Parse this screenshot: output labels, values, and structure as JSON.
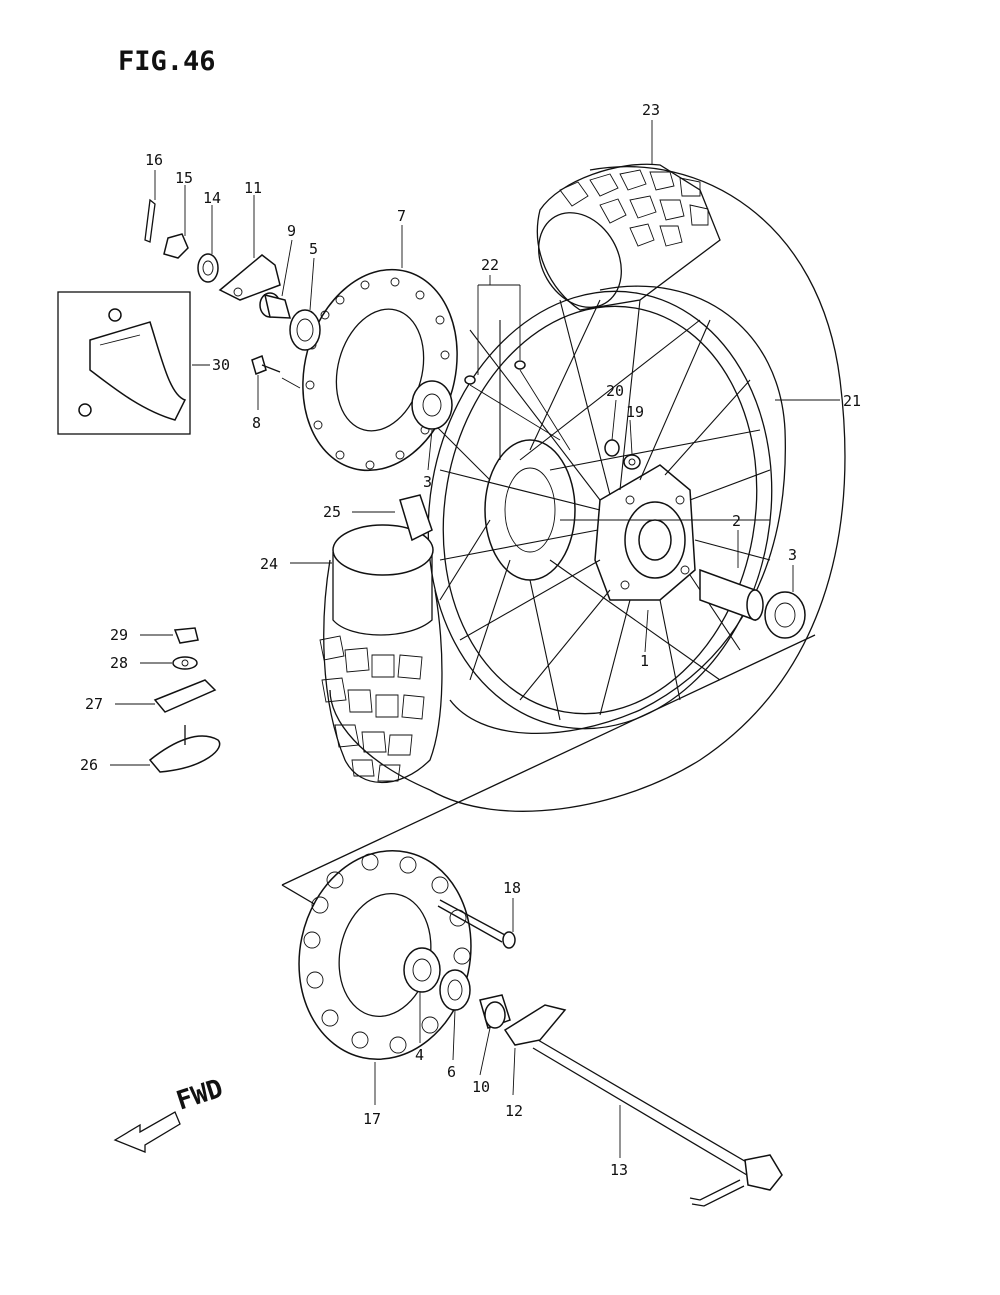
{
  "figure": {
    "title": "FIG.46"
  },
  "direction_label": "FWD",
  "callouts": {
    "c1": "1",
    "c2": "2",
    "c3a": "3",
    "c3b": "3",
    "c4": "4",
    "c5": "5",
    "c6": "6",
    "c7": "7",
    "c8": "8",
    "c9": "9",
    "c10": "10",
    "c11": "11",
    "c12": "12",
    "c13": "13",
    "c14": "14",
    "c15": "15",
    "c16": "16",
    "c17": "17",
    "c18": "18",
    "c19": "19",
    "c20": "20",
    "c21": "21",
    "c22": "22",
    "c23": "23",
    "c24": "24",
    "c25": "25",
    "c26": "26",
    "c27": "27",
    "c28": "28",
    "c29": "29",
    "c30": "30"
  },
  "colors": {
    "ink": "#111111",
    "paper": "#ffffff"
  }
}
